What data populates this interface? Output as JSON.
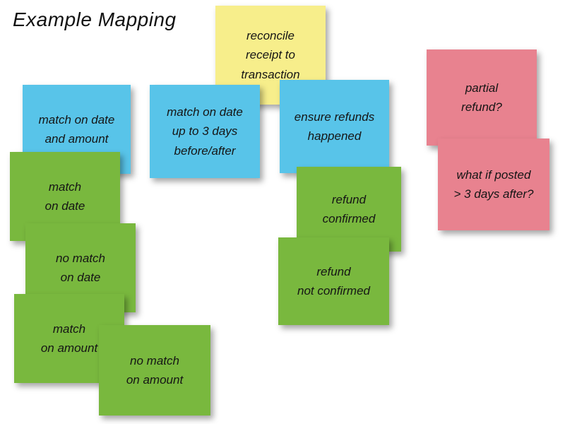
{
  "title": "Example Mapping",
  "colors": {
    "yellow": "#f7ee8b",
    "blue": "#58c4e9",
    "green": "#79b83e",
    "pink": "#e8828f"
  },
  "notes": [
    {
      "id": "reconcile-receipt",
      "color": "yellow",
      "text": "reconcile\nreceipt to\ntransaction"
    },
    {
      "id": "match-date-amount",
      "color": "blue",
      "text": "match on date\nand amount"
    },
    {
      "id": "match-date-3-days",
      "color": "blue",
      "text": "match on date\nup to 3 days\nbefore/after"
    },
    {
      "id": "ensure-refunds",
      "color": "blue",
      "text": "ensure refunds\nhappened"
    },
    {
      "id": "partial-refund",
      "color": "pink",
      "text": "partial\nrefund?"
    },
    {
      "id": "posted-3-days-after",
      "color": "pink",
      "text": "what if posted\n> 3 days after?"
    },
    {
      "id": "match-on-date",
      "color": "green",
      "text": "match\non date"
    },
    {
      "id": "no-match-on-date",
      "color": "green",
      "text": "no match\non date"
    },
    {
      "id": "match-on-amount",
      "color": "green",
      "text": "match\non amount"
    },
    {
      "id": "no-match-on-amount",
      "color": "green",
      "text": "no match\non amount"
    },
    {
      "id": "refund-confirmed",
      "color": "green",
      "text": "refund\nconfirmed"
    },
    {
      "id": "refund-not-confirmed",
      "color": "green",
      "text": "refund\nnot confirmed"
    }
  ]
}
